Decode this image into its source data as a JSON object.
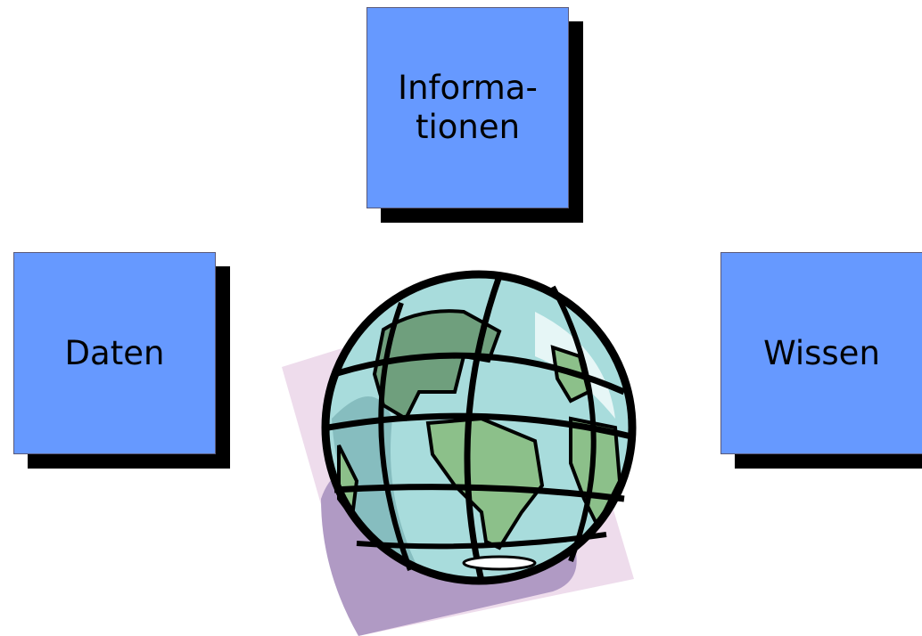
{
  "boxes": {
    "informationen": {
      "line1": "Informa-",
      "line2": "tionen"
    },
    "daten": {
      "label": "Daten"
    },
    "wissen": {
      "label": "Wissen"
    }
  },
  "colors": {
    "box_fill": "#6699ff",
    "box_shadow": "#000000",
    "globe_land": "#7fb77f",
    "globe_water": "#a8d8d8",
    "backdrop": "#eedcec"
  },
  "globe": {
    "icon": "globe-icon"
  }
}
